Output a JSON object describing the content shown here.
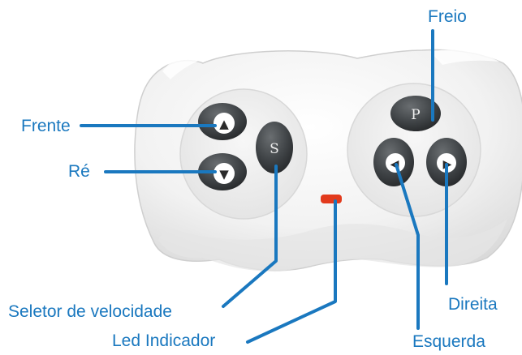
{
  "device": {
    "name": "remote-control",
    "buttons": {
      "forward_symbol": "▲",
      "reverse_symbol": "▼",
      "speed_symbol": "S",
      "brake_symbol": "P",
      "left_symbol": "◀",
      "right_symbol": "▶"
    }
  },
  "labels": {
    "forward": "Frente",
    "reverse": "Ré",
    "speed_selector": "Seletor de velocidade",
    "led_indicator": "Led Indicador",
    "brake": "Freio",
    "right": "Direita",
    "left": "Esquerda"
  },
  "colors": {
    "label_text": "#1a78bf",
    "leader_line": "#1a78bf",
    "body": "#f1f1f1",
    "button": "#3d4144",
    "led": "#e23a1c"
  }
}
